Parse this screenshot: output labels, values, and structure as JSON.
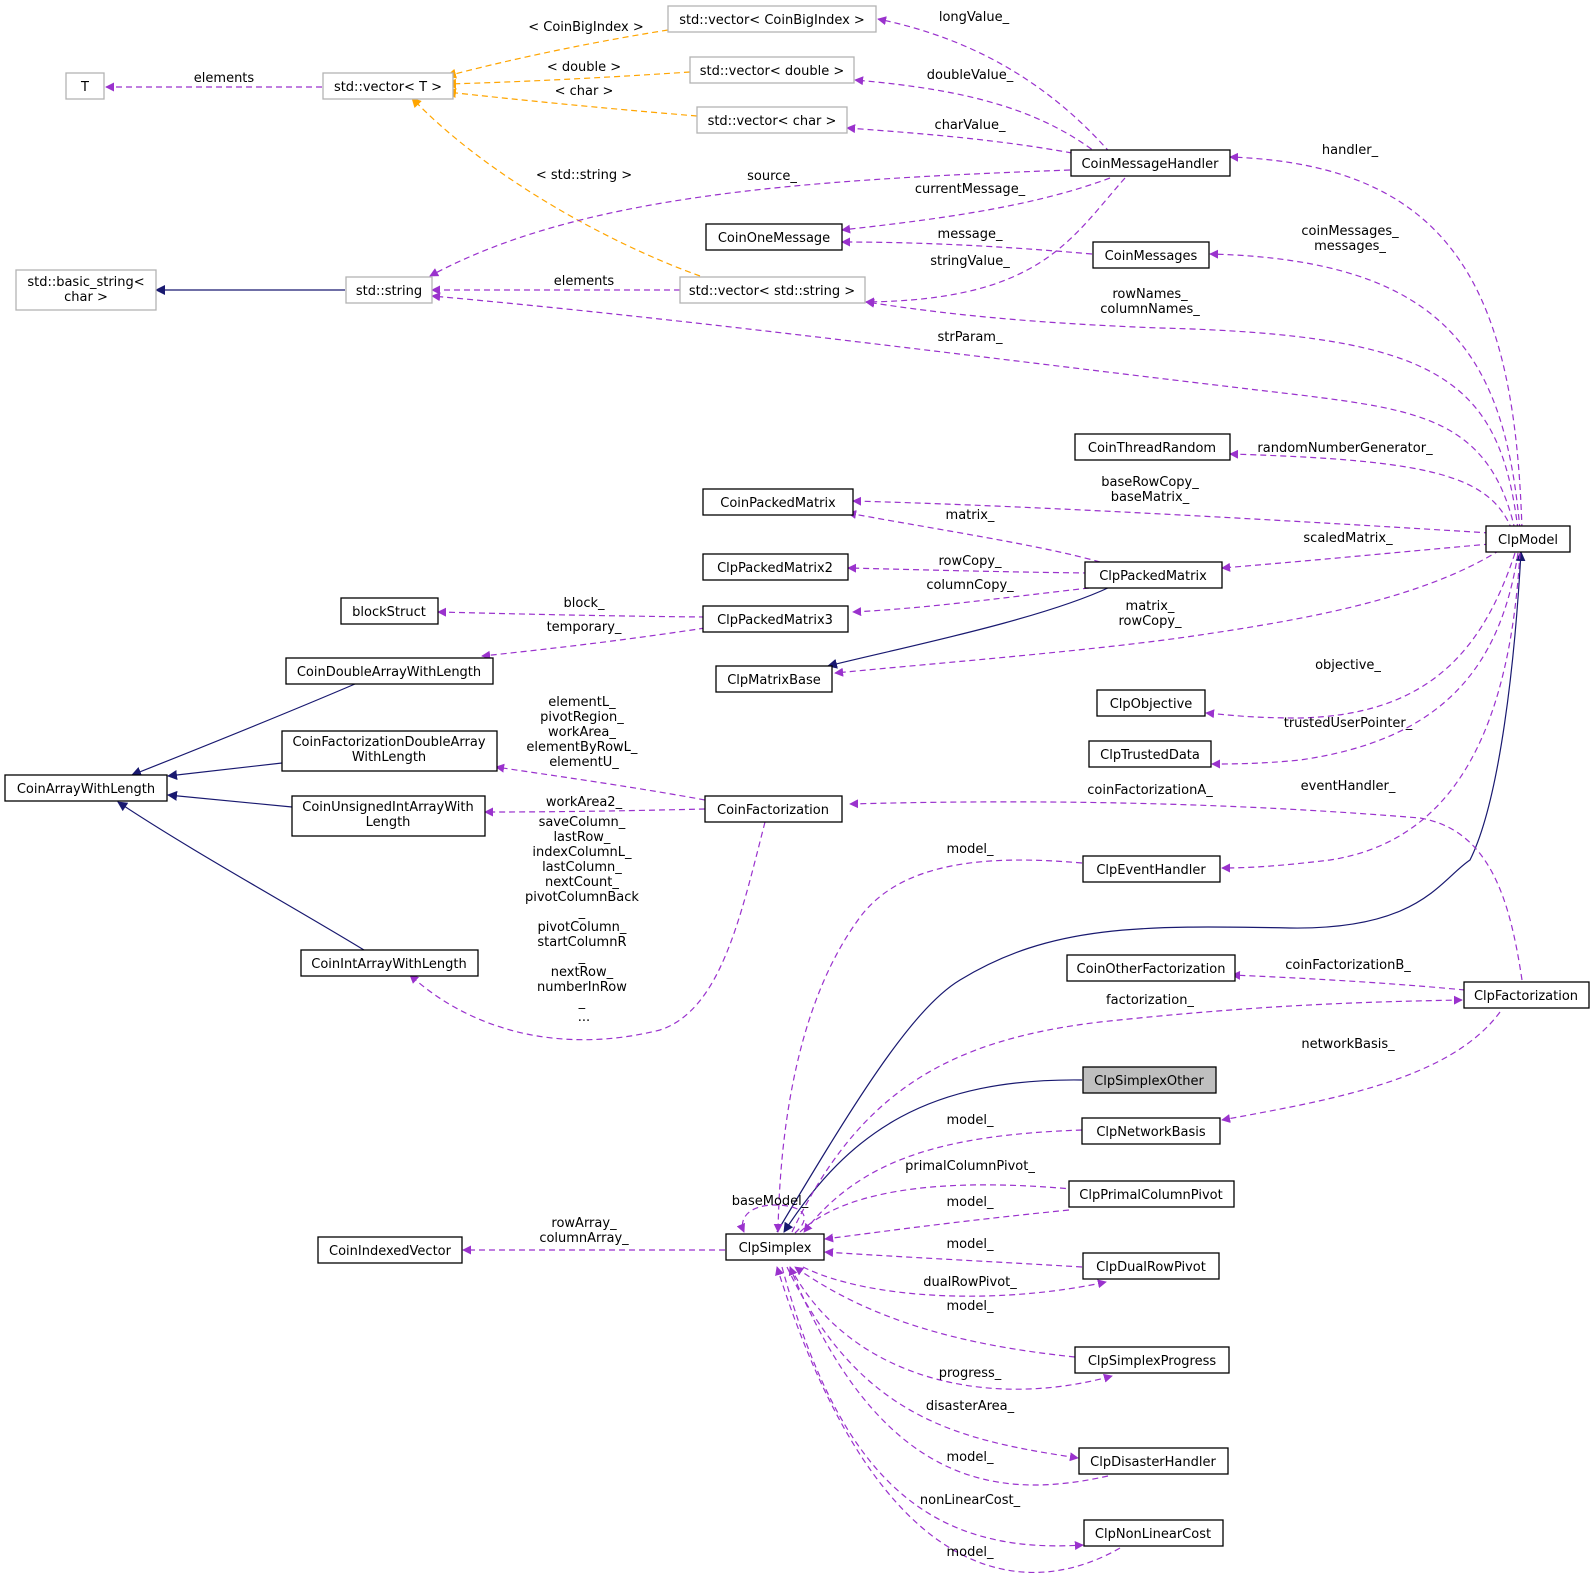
{
  "colors": {
    "usage": "#9a32cd",
    "template": "#ffa500",
    "inheritance": "#191970",
    "node_border": "#000000",
    "external_border": "#b3b3b3",
    "highlight_fill": "#bfbfbf"
  },
  "nodes": {
    "ClpSimplexOther": "ClpSimplexOther",
    "ClpSimplex": "ClpSimplex",
    "ClpModel": "ClpModel",
    "CoinMessageHandler": "CoinMessageHandler",
    "CoinMessages": "CoinMessages",
    "CoinOneMessage": "CoinOneMessage",
    "std_string": "std::string",
    "basic_string_l1": "std::basic_string<",
    "basic_string_l2": "char >",
    "vector_T": "std::vector< T >",
    "T": "T",
    "vector_CoinBigIndex": "std::vector< CoinBigIndex >",
    "vector_double": "std::vector< double >",
    "vector_char": "std::vector< char >",
    "vector_string": "std::vector< std::string >",
    "CoinThreadRandom": "CoinThreadRandom",
    "CoinPackedMatrix": "CoinPackedMatrix",
    "ClpPackedMatrix": "ClpPackedMatrix",
    "ClpPackedMatrix2": "ClpPackedMatrix2",
    "ClpPackedMatrix3": "ClpPackedMatrix3",
    "blockStruct": "blockStruct",
    "ClpMatrixBase": "ClpMatrixBase",
    "CoinDoubleArrayWithLength": "CoinDoubleArrayWithLength",
    "CoinArrayWithLength": "CoinArrayWithLength",
    "CoinFactorizationDoubleArray_l1": "CoinFactorizationDoubleArray",
    "CoinFactorizationDoubleArray_l2": "WithLength",
    "CoinUnsignedIntArray_l1": "CoinUnsignedIntArrayWith",
    "CoinUnsignedIntArray_l2": "Length",
    "CoinIntArrayWithLength": "CoinIntArrayWithLength",
    "CoinFactorization": "CoinFactorization",
    "ClpObjective": "ClpObjective",
    "ClpTrustedData": "ClpTrustedData",
    "ClpEventHandler": "ClpEventHandler",
    "CoinOtherFactorization": "CoinOtherFactorization",
    "ClpFactorization": "ClpFactorization",
    "ClpNetworkBasis": "ClpNetworkBasis",
    "ClpPrimalColumnPivot": "ClpPrimalColumnPivot",
    "ClpDualRowPivot": "ClpDualRowPivot",
    "ClpSimplexProgress": "ClpSimplexProgress",
    "ClpDisasterHandler": "ClpDisasterHandler",
    "ClpNonLinearCost": "ClpNonLinearCost",
    "CoinIndexedVector": "CoinIndexedVector"
  },
  "labels": {
    "longValue": "longValue_",
    "CoinBigIndex": "< CoinBigIndex >",
    "double": "< double >",
    "char": "< char >",
    "elements_T": "elements",
    "doubleValue": "doubleValue_",
    "charValue": "charValue_",
    "handler": "handler_",
    "std_string_tpl": "< std::string >",
    "source": "source_",
    "currentMessage": "currentMessage_",
    "message": "message_",
    "coinMessages_l1": "coinMessages_",
    "coinMessages_l2": "messages_",
    "stringValue": "stringValue_",
    "elements_str": "elements",
    "rowNames_l1": "rowNames_",
    "rowNames_l2": "columnNames_",
    "strParam": "strParam_",
    "randomNumberGenerator": "randomNumberGenerator_",
    "baseRowCopy_l1": "baseRowCopy_",
    "baseRowCopy_l2": "baseMatrix_",
    "matrix_cpm": "matrix_",
    "scaledMatrix": "scaledMatrix_",
    "rowCopy": "rowCopy_",
    "columnCopy": "columnCopy_",
    "block": "block_",
    "temporary": "temporary_",
    "matrix_l1": "matrix_",
    "matrix_l2": "rowCopy_",
    "objective": "objective_",
    "trustedUserPointer": "trustedUserPointer_",
    "elementL": [
      "elementL_",
      "pivotRegion_",
      "workArea_",
      "elementByRowL_",
      "elementU_"
    ],
    "workArea2": "workArea2_",
    "coinFactorizationA": "coinFactorizationA_",
    "eventHandler": "eventHandler_",
    "saveColumn": [
      "saveColumn_",
      "lastRow_",
      "indexColumnL_",
      "lastColumn_",
      "nextCount_",
      "pivotColumnBack",
      "_",
      "pivotColumn_",
      "startColumnR",
      "_",
      "nextRow_",
      "numberInRow",
      "_",
      "..."
    ],
    "model_event": "model_",
    "coinFactorizationB": "coinFactorizationB_",
    "factorization": "factorization_",
    "networkBasis": "networkBasis_",
    "model_network": "model_",
    "primalColumnPivot": "primalColumnPivot_",
    "model_primal": "model_",
    "baseModel": "baseModel_",
    "rowArray_l1": "rowArray_",
    "rowArray_l2": "columnArray_",
    "model_dual": "model_",
    "dualRowPivot": "dualRowPivot_",
    "model_progress": "model_",
    "progress": "progress_",
    "disasterArea": "disasterArea_",
    "model_disaster": "model_",
    "nonLinearCost": "nonLinearCost_",
    "model_nonlinear": "model_"
  }
}
